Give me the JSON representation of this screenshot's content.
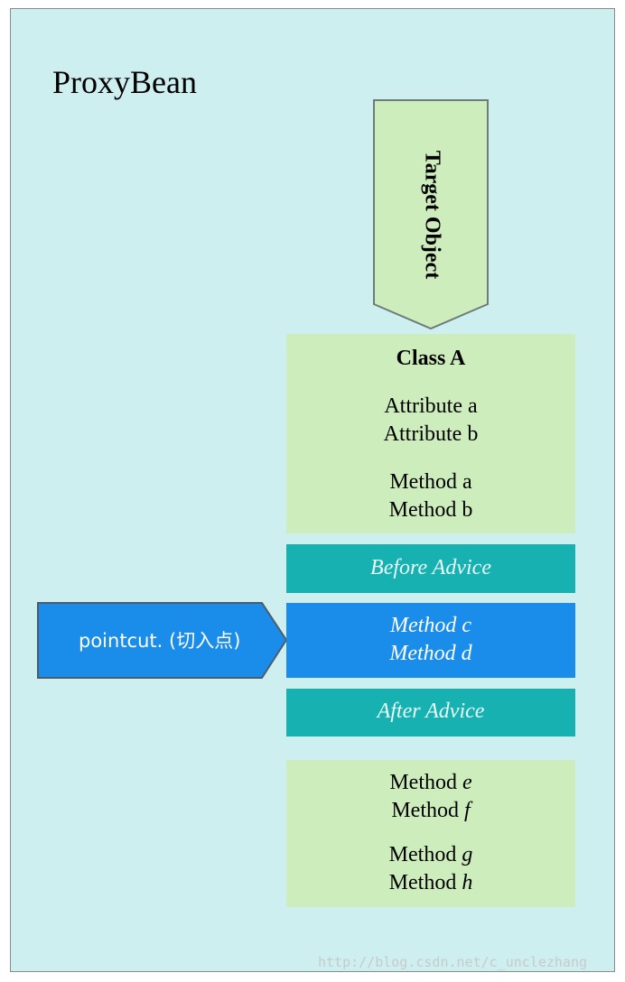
{
  "title": "ProxyBean",
  "target": {
    "label": "Target Object"
  },
  "classA": {
    "name": "Class  A",
    "attributes": [
      "Attribute a",
      "Attribute b"
    ],
    "methods": [
      "Method a",
      "Method b"
    ]
  },
  "before_advice": "Before Advice",
  "pointcut": {
    "label": "pointcut. (切入点)",
    "methods": [
      "Method c",
      "Method d"
    ]
  },
  "after_advice": "After Advice",
  "other_methods": {
    "prefix": "Method",
    "group1": [
      "e",
      "f"
    ],
    "group2": [
      "g",
      "h"
    ]
  },
  "watermark": "http://blog.csdn.net/c_unclezhang",
  "colors": {
    "background": "#cdeff0",
    "light_green": "#cdeebc",
    "teal": "#18b1b1",
    "blue": "#1a8cea"
  }
}
